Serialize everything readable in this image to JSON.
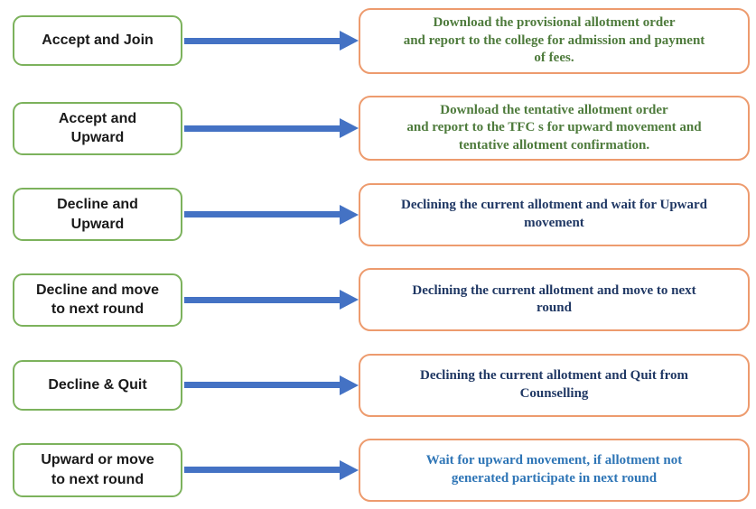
{
  "colors": {
    "option_border": "#7CB25C",
    "description_border": "#ED9B6E",
    "arrow": "#4472C4",
    "green_text": "#4E7B3C",
    "navy_text": "#203864",
    "blue_text": "#2E75B6",
    "option_text": "#1A1A1A"
  },
  "rows": [
    {
      "option": "Accept and Join",
      "description": "Download the  provisional allotment order\nand report to the college for admission and payment\nof fees.",
      "description_color": "green_text"
    },
    {
      "option": "Accept and\nUpward",
      "description": "Download the  tentative allotment order\nand report to the TFC s for  upward movement and\ntentative allotment confirmation.",
      "description_color": "green_text"
    },
    {
      "option": "Decline and\nUpward",
      "description": "Declining the current allotment and wait for Upward\nmovement",
      "description_color": "navy_text"
    },
    {
      "option": "Decline and move\nto next round",
      "description": "Declining the current allotment and move to next\nround",
      "description_color": "navy_text"
    },
    {
      "option": "Decline & Quit",
      "description": "Declining the current allotment and Quit from\nCounselling",
      "description_color": "navy_text"
    },
    {
      "option": "Upward or move\nto next round",
      "description": "Wait for upward movement, if allotment not\ngenerated participate in next round",
      "description_color": "blue_text"
    }
  ]
}
